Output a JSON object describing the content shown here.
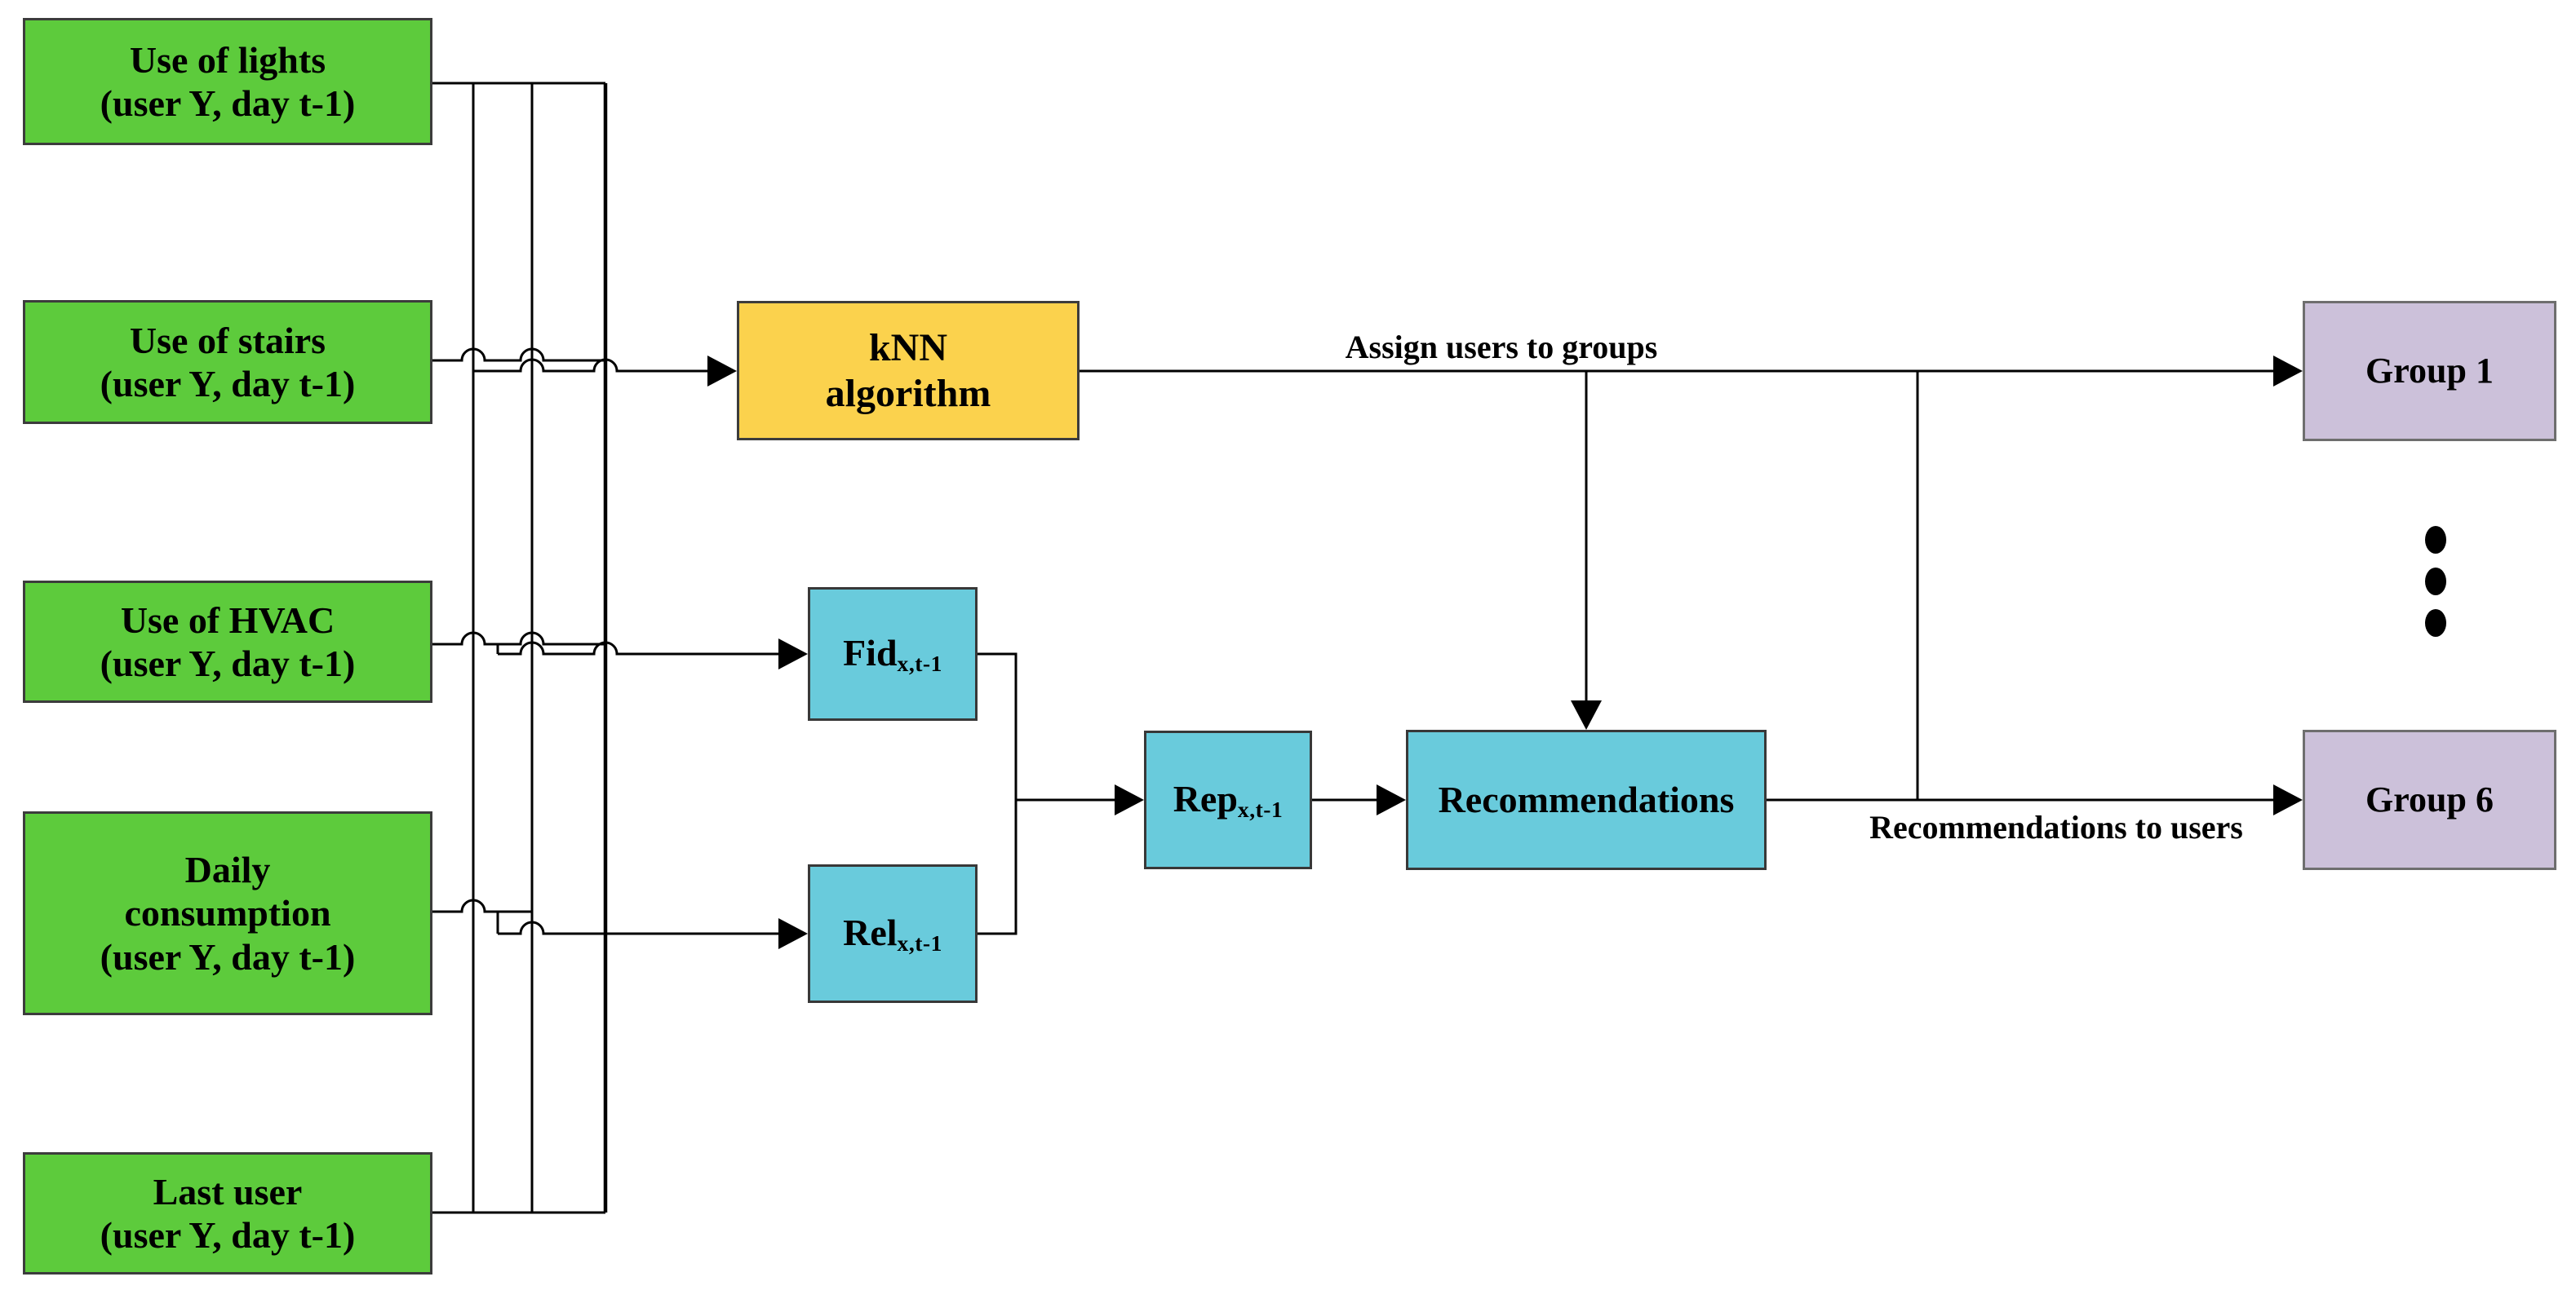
{
  "figure": {
    "type": "flow-diagram",
    "description_visible_text_only": true
  },
  "colors": {
    "input_box_green": "#5DCB3C",
    "algorithm_box_yellow": "#FBD24D",
    "process_box_cyan": "#69CBDC",
    "group_box_lavender": "#CCC1DA",
    "line_color": "#000000",
    "background": "#FFFFFF"
  },
  "nodes": {
    "lights": {
      "line1": "Use of lights",
      "line2": "(user Y, day t-1)"
    },
    "stairs": {
      "line1": "Use of stairs",
      "line2": "(user Y, day t-1)"
    },
    "hvac": {
      "line1": "Use of HVAC",
      "line2": "(user Y, day t-1)"
    },
    "daily": {
      "line1": "Daily",
      "line2": "consumption",
      "line3": "(user Y, day t-1)"
    },
    "last_user": {
      "line1": "Last user",
      "line2": "(user Y, day t-1)"
    },
    "knn": {
      "line1": "kNN",
      "line2": "algorithm"
    },
    "fid": {
      "base": "Fid",
      "sub": "x,t-1"
    },
    "rel": {
      "base": "Rel",
      "sub": "x,t-1"
    },
    "rep": {
      "base": "Rep",
      "sub": "x,t-1"
    },
    "recommendations": {
      "label": "Recommendations"
    },
    "group1": {
      "label": "Group 1"
    },
    "group6": {
      "label": "Group 6"
    }
  },
  "edge_labels": {
    "assign": "Assign users to groups",
    "recommend": "Recommendations to users"
  }
}
